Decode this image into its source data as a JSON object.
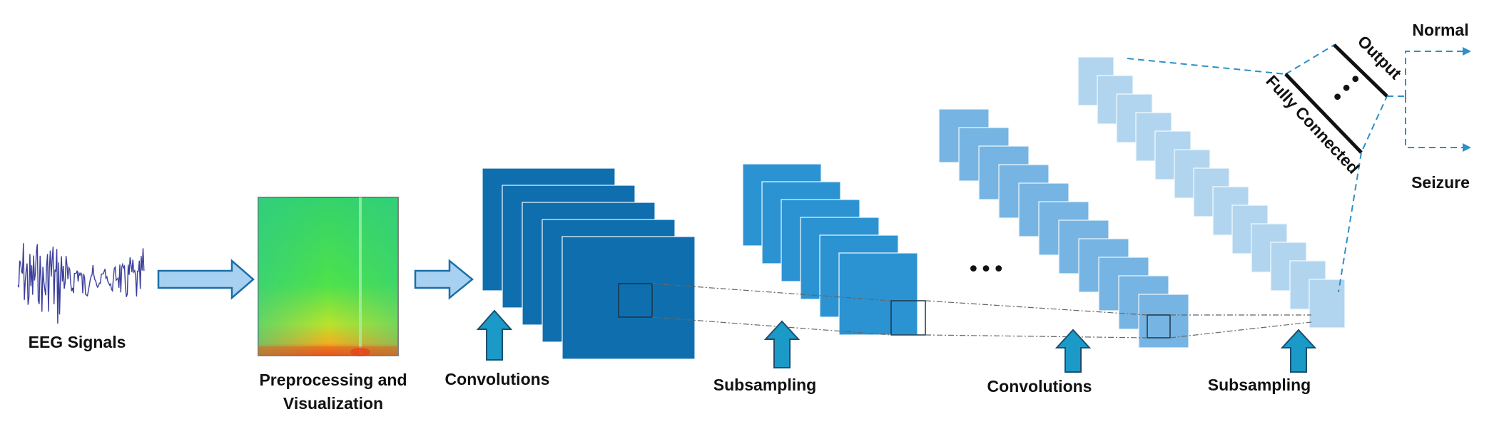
{
  "labels": {
    "eeg": "EEG Signals",
    "preprocessing_line1": "Preprocessing and",
    "preprocessing_line2": "Visualization",
    "conv1": "Convolutions",
    "sub1": "Subsampling",
    "conv2": "Convolutions",
    "sub2": "Subsampling",
    "fully_connected": "Fully Connected",
    "output": "Output",
    "normal": "Normal",
    "seizure": "Seizure",
    "ellipsis_between": "•••"
  },
  "colors": {
    "conv1_fill": "#0f6fae",
    "sub1_fill": "#2b93d2",
    "conv2_fill": "#76b5e3",
    "sub2_fill": "#b2d5ef",
    "arrow_fill": "#a8d0f0",
    "arrow_stroke": "#1b6fa8",
    "up_arrow_fill": "#1b9ac8",
    "up_arrow_stroke": "#1d4e6d",
    "dashed": "#2e8fc9",
    "signal": "#3b3f9c"
  },
  "stacks": {
    "conv1_count": 5,
    "sub1_count": 6,
    "conv2_count": 11,
    "sub2_count": 13
  }
}
